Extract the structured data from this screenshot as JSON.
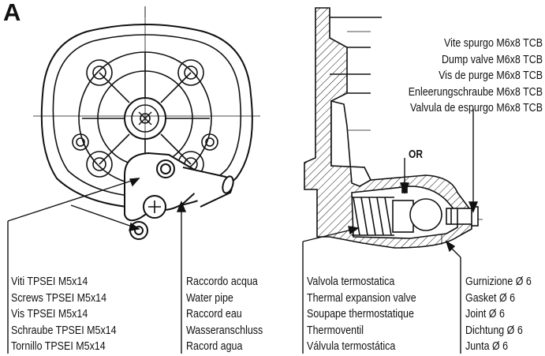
{
  "panel_letter": "A",
  "labels": {
    "dump_valve": [
      "Vite spurgo M6x8 TCB",
      "Dump valve M6x8 TCB",
      "Vis de purge M6x8 TCB",
      "Enleerungschraube M6x8 TCB",
      "Valvula de espurgo M6x8 TCB"
    ],
    "or_ring": "OR",
    "screws": [
      "Viti TPSEI M5x14",
      "Screws TPSEI M5x14",
      "Vis TPSEI M5x14",
      "Schraube TPSEI M5x14",
      "Tornillo TPSEI M5x14"
    ],
    "water_pipe": [
      "Raccordo acqua",
      "Water pipe",
      "Raccord eau",
      "Wasseranschluss",
      "Racord agua"
    ],
    "thermostat": [
      "Valvola termostatica",
      "Thermal expansion valve",
      "Soupape thermostatique",
      "Thermoventil",
      "Válvula termostática"
    ],
    "gasket": [
      "Gurnizione Ø 6",
      "Gasket Ø 6",
      "Joint Ø 6",
      "Dichtung Ø 6",
      "Junta Ø 6"
    ]
  }
}
